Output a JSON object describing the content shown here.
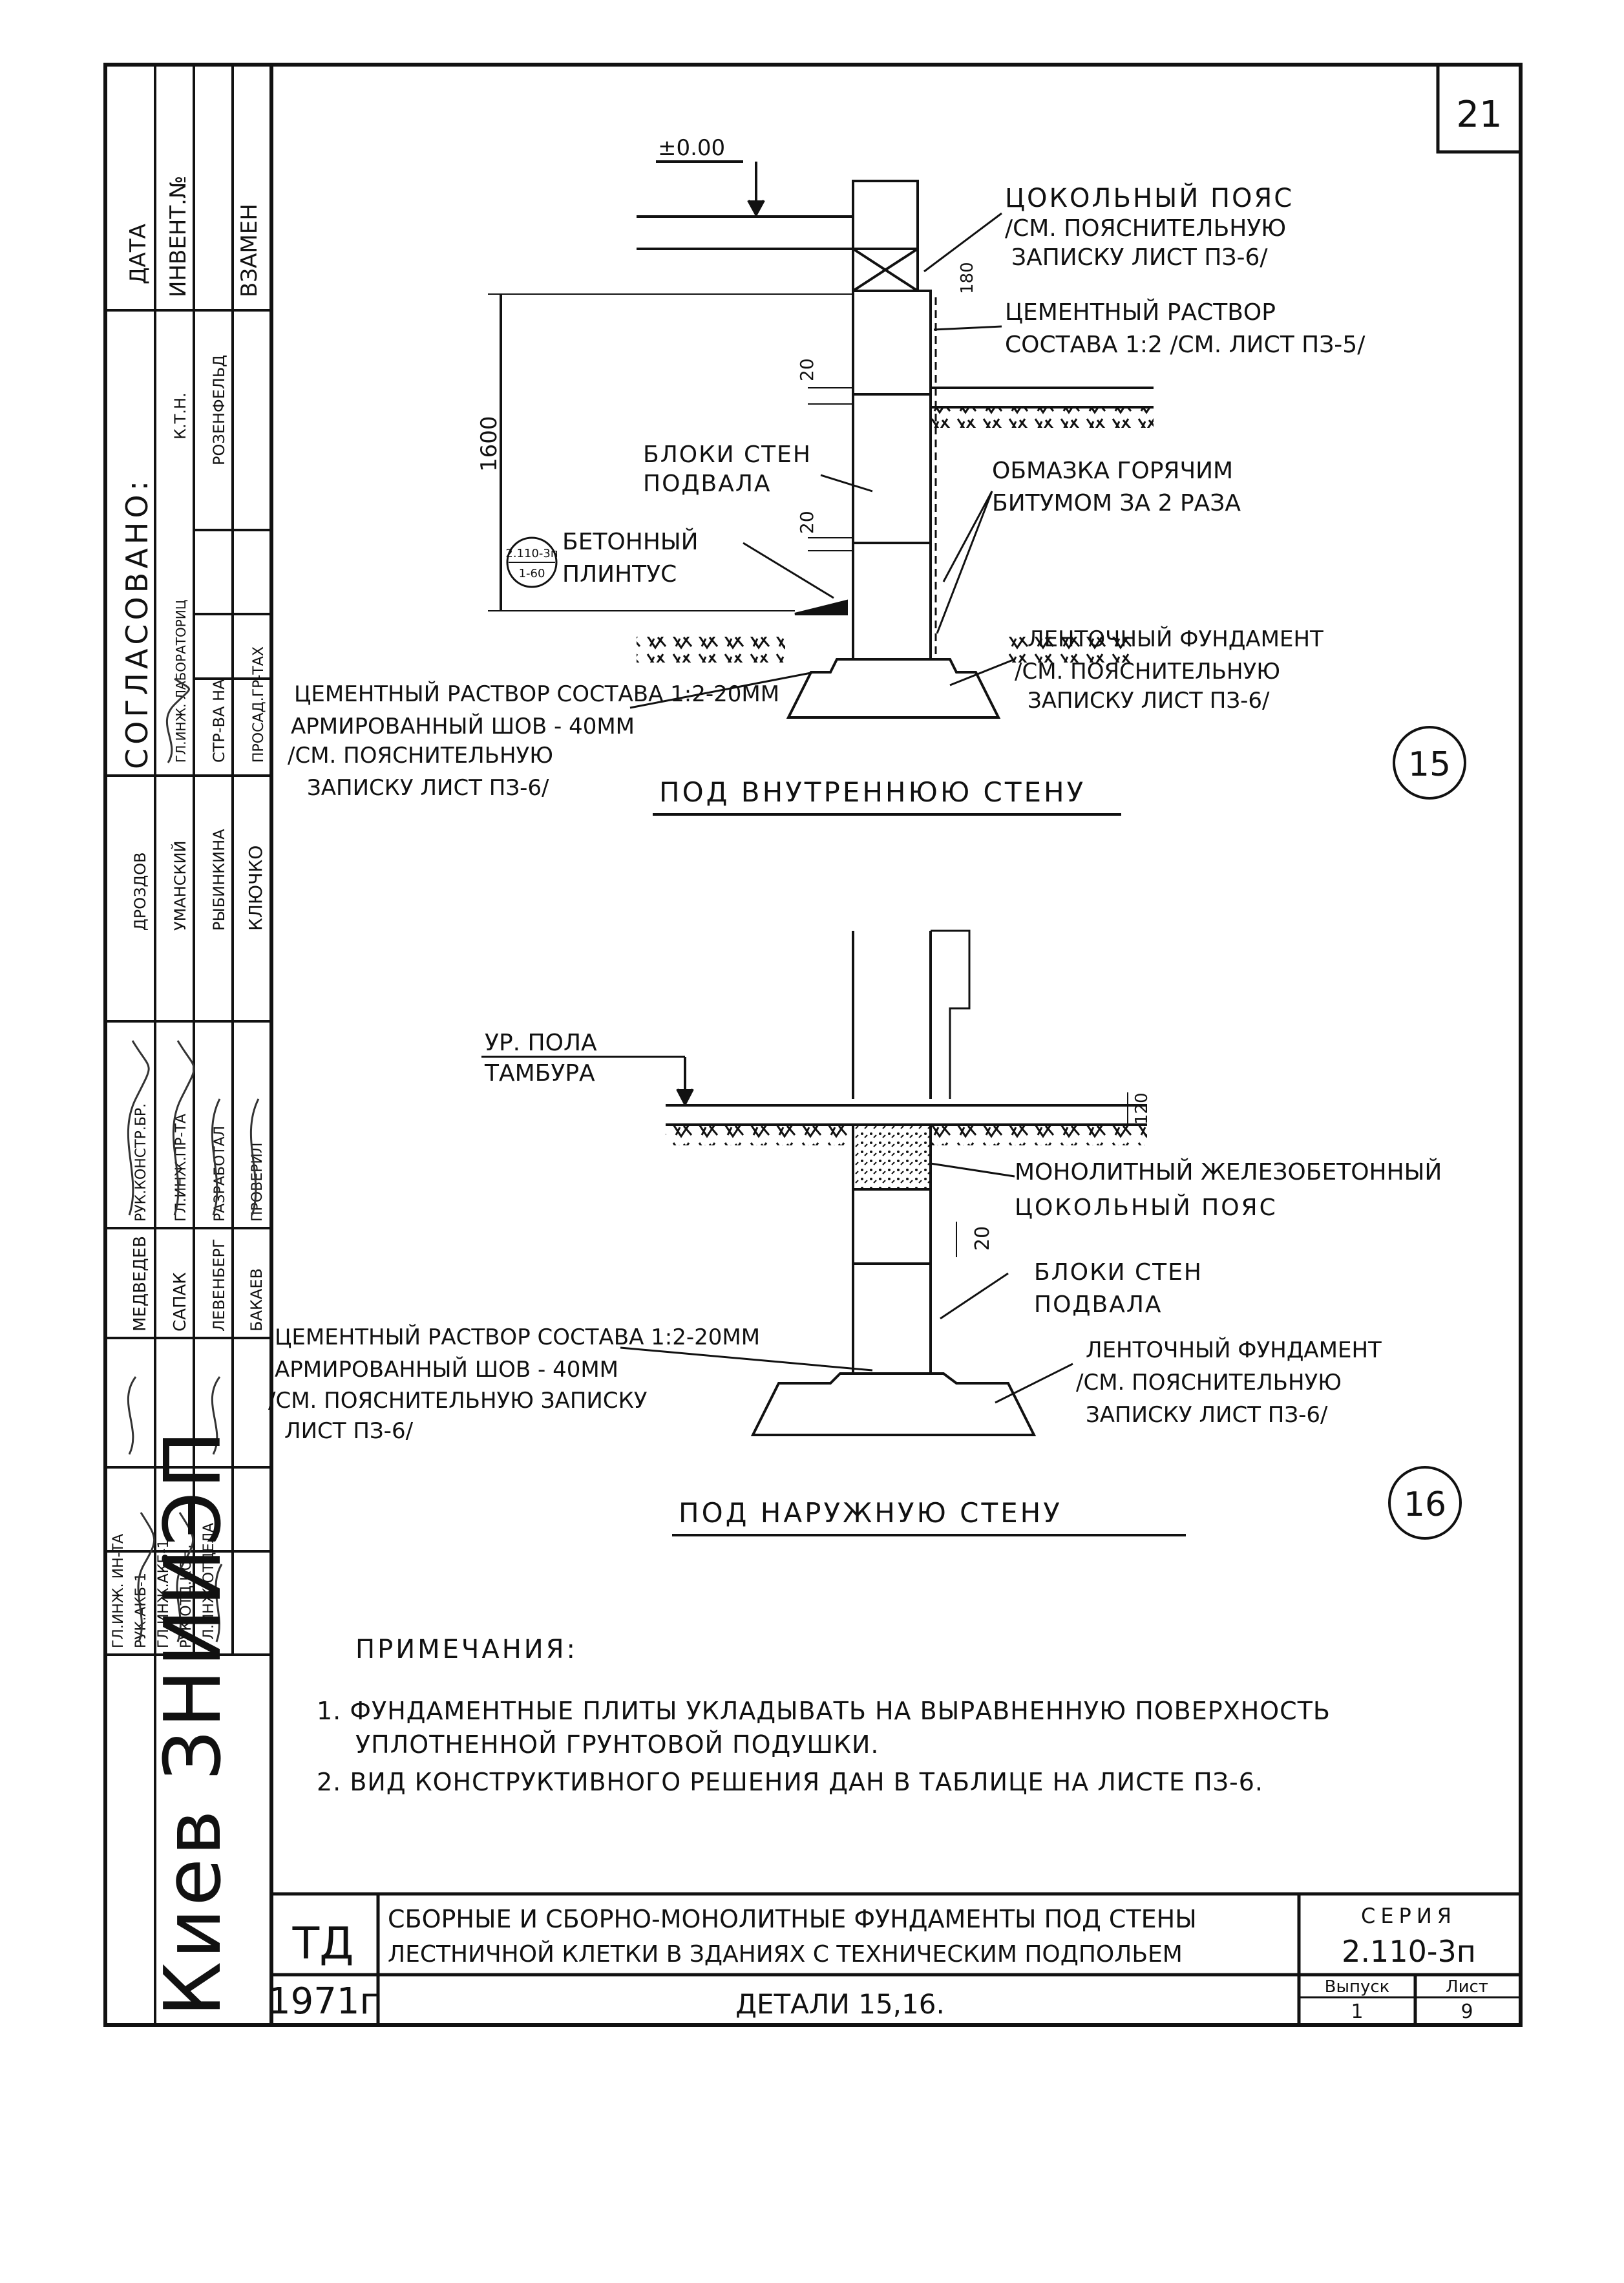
{
  "sheet_number": "21",
  "side_stamp": {
    "header": [
      "ДАТА",
      "ИНВЕНТ.№",
      "ВЗАМЕН"
    ],
    "agreed_title": "СОГЛАСОВАНО:",
    "agreed_rows": [
      {
        "role": "К.Т.Н.",
        "name": "РОЗЕНФЕЛЬД"
      },
      {
        "role": "ГЛ.ИНЖ. ЛАБОРАТОРИЦ",
        "name": ""
      },
      {
        "role": "СТР-ВА НА",
        "name": ""
      },
      {
        "role": "ПРОСАД.ГР-ТАХ",
        "name": ""
      }
    ],
    "people_rows": [
      {
        "role": "ГЛ.ИНЖ. ИН-ТА",
        "name": "ДРОЗДОВ"
      },
      {
        "role": "РУК.АКБ-1",
        "name": "МЕДВЕДЕВ"
      },
      {
        "role": "ГЛ.ИНЖ.АКБ-1",
        "name": "САПАК"
      },
      {
        "role": "РУК.ОТД.КОН.",
        "name": "ЛЕВЕНБЕРГ"
      },
      {
        "role": "ГЛ.ИНЖ.ОТДЕЛА",
        "name": "БАКАЕВ"
      },
      {
        "role": "РУК.КОНСТР.БР.",
        "name": "ДРОЗДОВ"
      },
      {
        "role": "ГЛ.ИНЖ.ПР-ТА",
        "name": "УМАНСКИЙ"
      },
      {
        "role": "РАЗРАБОТАЛ",
        "name": "РЫБИНКИНА"
      },
      {
        "role": "ПРОВЕРИЛ",
        "name": "КЛЮЧКО"
      }
    ],
    "org": "Киев ЗНИИЭП"
  },
  "detail15": {
    "level_mark": "±0.00",
    "dim_1600": "1600",
    "dim_20a": "20",
    "dim_20b": "20",
    "dim_180": "180",
    "label_belt_1": "ЦОКОЛЬНЫЙ ПОЯС",
    "label_belt_2": "/СМ. ПОЯСНИТЕЛЬНУЮ",
    "label_belt_3": "ЗАПИСКУ ЛИСТ ПЗ-6/",
    "label_mortar_1": "ЦЕМЕНТНЫЙ РАСТВОР",
    "label_mortar_2": "СОСТАВА 1:2 /СМ. ЛИСТ ПЗ-5/",
    "label_blocks_1": "БЛОКИ СТЕН",
    "label_blocks_2": "ПОДВАЛА",
    "label_bitumen_1": "ОБМАЗКА ГОРЯЧИМ",
    "label_bitumen_2": "БИТУМОМ ЗА 2 РАЗА",
    "circle_ref_top": "2.110-3п",
    "circle_ref_bottom": "1-60",
    "label_plinth_1": "БЕТОННЫЙ",
    "label_plinth_2": "ПЛИНТУС",
    "label_found_1": "ЛЕНТОЧНЫЙ ФУНДАМЕНТ",
    "label_found_2": "/СМ. ПОЯСНИТЕЛЬНУЮ",
    "label_found_3": "ЗАПИСКУ ЛИСТ ПЗ-6/",
    "label_joint_1": "ЦЕМЕНТНЫЙ РАСТВОР СОСТАВА 1:2-20ММ",
    "label_joint_2": "АРМИРОВАННЫЙ ШОВ - 40ММ",
    "label_joint_3": "/СМ. ПОЯСНИТЕЛЬНУЮ",
    "label_joint_4": "ЗАПИСКУ ЛИСТ ПЗ-6/",
    "title": "ПОД ВНУТРЕННЮЮ СТЕНУ",
    "number": "15"
  },
  "detail16": {
    "label_floor_1": "УР. ПОЛА",
    "label_floor_2": "ТАМБУРА",
    "dim_120": "120",
    "dim_20": "20",
    "label_belt_1": "МОНОЛИТНЫЙ ЖЕЛЕЗОБЕТОННЫЙ",
    "label_belt_2": "ЦОКОЛЬНЫЙ ПОЯС",
    "label_blocks_1": "БЛОКИ СТЕН",
    "label_blocks_2": "ПОДВАЛА",
    "label_found_1": "ЛЕНТОЧНЫЙ ФУНДАМЕНТ",
    "label_found_2": "/СМ. ПОЯСНИТЕЛЬНУЮ",
    "label_found_3": "ЗАПИСКУ ЛИСТ ПЗ-6/",
    "label_joint_1": "ЦЕМЕНТНЫЙ РАСТВОР СОСТАВА 1:2-20ММ",
    "label_joint_2": "АРМИРОВАННЫЙ ШОВ - 40ММ",
    "label_joint_3": "/СМ. ПОЯСНИТЕЛЬНУЮ ЗАПИСКУ",
    "label_joint_4": "ЛИСТ ПЗ-6/",
    "title": "ПОД НАРУЖНУЮ СТЕНУ",
    "number": "16"
  },
  "notes": {
    "heading": "ПРИМЕЧАНИЯ:",
    "line1": "1. ФУНДАМЕНТНЫЕ ПЛИТЫ УКЛАДЫВАТЬ НА ВЫРАВНЕННУЮ ПОВЕРХНОСТЬ",
    "line1b": "УПЛОТНЕННОЙ ГРУНТОВОЙ ПОДУШКИ.",
    "line2": "2. ВИД КОНСТРУКТИВНОГО РЕШЕНИЯ ДАН В ТАБЛИЦЕ НА ЛИСТЕ ПЗ-6."
  },
  "title_block": {
    "code": "ТД",
    "year": "1971г",
    "title_line1": "СБОРНЫЕ И СБОРНО-МОНОЛИТНЫЕ ФУНДАМЕНТЫ ПОД СТЕНЫ",
    "title_line2": "ЛЕСТНИЧНОЙ КЛЕТКИ В ЗДАНИЯХ С ТЕХНИЧЕСКИМ ПОДПОЛЬЕМ",
    "subtitle": "ДЕТАЛИ 15,16.",
    "series_label": "СЕРИЯ",
    "series_value": "2.110-3п",
    "issue_label": "Выпуск",
    "issue_value": "1",
    "sheet_label": "Лист",
    "sheet_value": "9"
  }
}
